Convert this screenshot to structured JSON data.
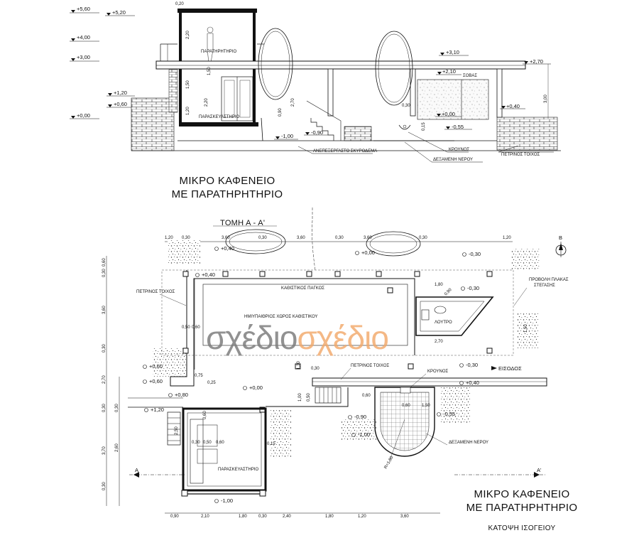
{
  "titles": {
    "top_line1": "ΜΙΚΡΟ ΚΑΦΕΝΕΙΟ",
    "top_line2": "ΜΕ ΠΑΡΑΤΗΡΗΤΗΡΙΟ",
    "section_label": "ΤΟΜΗ Α - Α'",
    "bottom_line1": "ΜΙΚΡΟ ΚΑΦΕΝΕΙΟ",
    "bottom_line2": "ΜΕ ΠΑΡΑΤΗΡΗΤΗΡΙΟ",
    "bottom_line3": "ΚΑΤΟΨΗ ΙΣΟΓΕΙΟΥ"
  },
  "watermark": {
    "part1": "σχέδιο",
    "part2": "σχέδιο",
    "color1": "#7a7a7a",
    "color2": "#f2a96b"
  },
  "section": {
    "levels_left": [
      "+5,60",
      "+4,00",
      "+3,00",
      "+1,20",
      "+0,60",
      "+0,00"
    ],
    "levels_top": [
      "+5,20",
      "0,20"
    ],
    "levels_right": [
      "+3,10",
      "+2,70",
      "+2,10",
      "+0,40",
      "+0,00",
      "-0,55"
    ],
    "levels_floor": [
      "-1,00",
      "-0,90"
    ],
    "room_upper": "ΠΑΡΑΤΗΡΗΤΗΡΙΟ",
    "room_lower": "ΠΑΡΑΣΚΕΥΑΣΤΗΡΙΟ",
    "stove": "ΣΟΒΑΣ",
    "dims": [
      "2,20",
      "1,50",
      "2,20",
      "1,20",
      "2,70",
      "0,90",
      "0,30",
      "3,00",
      "1,50",
      "0,15"
    ],
    "callouts": [
      "ΑΝΕΠΕΞΕΡΓΑΣΤΟ ΣΚΥΡΟΔΕΜΑ",
      "ΚΡΟΥΝΟΣ",
      "ΔΕΞΑΜΕΝΗ ΝΕΡΟΥ",
      "ΠΕΤΡΙΝΟΣ ΤΟΙΧΟΣ"
    ]
  },
  "plan": {
    "top_dims": [
      "1,20",
      "0,30",
      "3,60",
      "0,30",
      "3,60",
      "0,30",
      "3,60",
      "0,30",
      "1,20"
    ],
    "bottom_dims": [
      "0,90",
      "2,10",
      "1,80",
      "0,30",
      "2,40",
      "1,80",
      "1,20",
      "3,60"
    ],
    "left_dims": [
      "0,60",
      "0,30",
      "3,60",
      "0,30",
      "2,70",
      "0,30",
      "0,30",
      "2,60",
      "3,70",
      "0,30"
    ],
    "labels": {
      "stone_wall_left": "ΠΕΤΡΙΝΟΣ ΤΟΙΧΟΣ",
      "bench": "ΚΑΘΙΣΤΙΚΟΣ ΠΑΓΚΟΣ",
      "seating_area": "ΗΜΙΥΠΑΙΘΡΙΟΣ ΧΩΡΟΣ ΚΑΘΙΣΤΙΚΟΥ",
      "wc": "ΛΟΥΤΡΟ",
      "slab_projection_1": "ΠΡΟΒΟΛΗ ΠΛΑΚΑΣ",
      "slab_projection_2": "ΣΤΕΓΑΣΗΣ",
      "entrance": "ΕΙΣΟΔΟΣ",
      "stone_wall_center": "ΠΕΤΡΙΝΟΣ ΤΟΙΧΟΣ",
      "faucet": "ΚΡΟΥΝΟΣ",
      "water_tank": "ΔΕΞΑΜΕΝΗ ΝΕΡΟΥ",
      "kitchen": "ΠΑΡΑΣΚΕΥΑΣΤΗΡΙΟ",
      "cut_left": "Α",
      "cut_right": "Α'",
      "north": "Β"
    },
    "levels": [
      "+0,40",
      "+0,40",
      "+0,00",
      "-0,30",
      "-0,30",
      "+0,60",
      "+0,60",
      "+0,80",
      "+1,20",
      "+0,00",
      "-0,30",
      "+0,40",
      "-0,90",
      "-0,55",
      "-1,00",
      "-1,00"
    ],
    "inner_dims": [
      "1,80",
      "0,90",
      "2,70",
      "0,50",
      "0,60",
      "0,75",
      "0,25",
      "0,30",
      "1,30",
      "1,00",
      "0,50",
      "0,60",
      "0,60",
      "1,50",
      "0,15",
      "0,60",
      "2,50",
      "0,30",
      "0,50",
      "0,60",
      "1,50",
      "R=1,80"
    ]
  }
}
